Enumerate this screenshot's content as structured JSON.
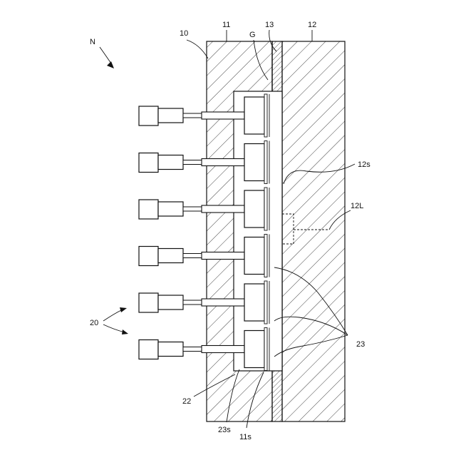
{
  "figure": {
    "stroke_color": "#111111",
    "background": "#ffffff",
    "labels": {
      "N": "N",
      "ref_10": "10",
      "ref_11": "11",
      "ref_G": "G",
      "ref_13": "13",
      "ref_12": "12",
      "ref_12s": "12s",
      "ref_12L": "12L",
      "ref_20": "20",
      "ref_23": "23",
      "ref_22": "22",
      "ref_23s": "23s",
      "ref_11s": "11s"
    },
    "nozzle_count": 6
  }
}
